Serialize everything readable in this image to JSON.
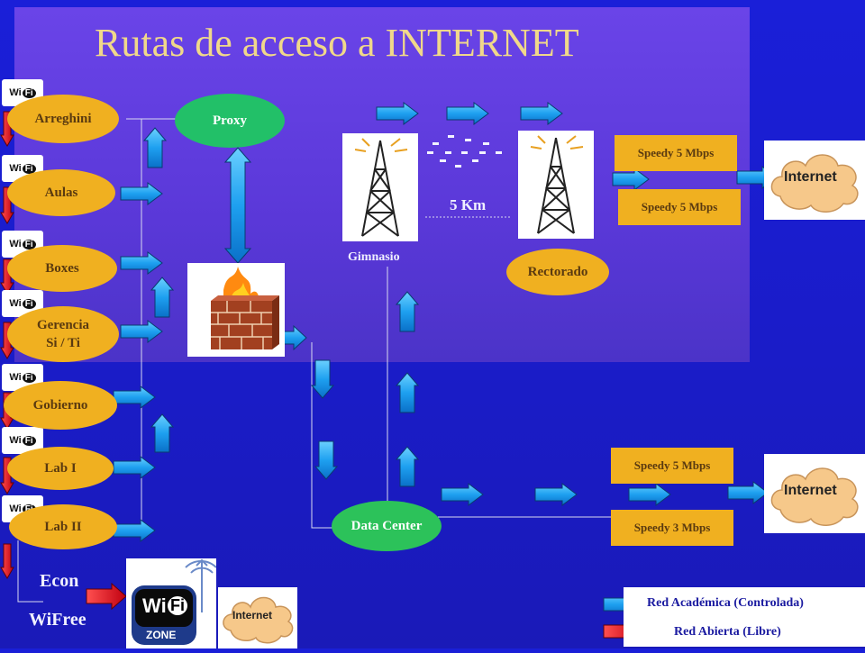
{
  "title": "Rutas de acceso a INTERNET",
  "nodes": {
    "arreghini": "Arreghini",
    "aulas": "Aulas",
    "boxes": "Boxes",
    "gerencia_line1": "Gerencia",
    "gerencia_line2": "Si / Ti",
    "gobierno": "Gobierno",
    "lab1": "Lab I",
    "lab2": "Lab II",
    "proxy": "Proxy",
    "data_center": "Data Center",
    "rectorado": "Rectorado",
    "gimnasio": "Gimnasio"
  },
  "distance_label": "5 Km",
  "wifi_badge": {
    "wi": "Wi",
    "fi": "Fi"
  },
  "links": {
    "top_1": "Speedy 5 Mbps",
    "top_2": "Speedy 5 Mbps",
    "bottom_1": "Speedy 5 Mbps",
    "bottom_2": "Speedy 3 Mbps"
  },
  "internet_label": "Internet",
  "econ": "Econ",
  "wifree": "WiFree",
  "wifi_zone": {
    "wi": "Wi",
    "fi": "Fi",
    "zone": "ZONE"
  },
  "legend": {
    "academica": "Red  Académica (Controlada)",
    "abierta": "Red  Abierta (Libre)"
  },
  "colors": {
    "controlled_arrow": "#1ea0f0",
    "open_arrow": "#e8141c",
    "node_fill": "#f0b020",
    "data_center_fill": "#2cc25a",
    "title": "#f0d88a"
  }
}
